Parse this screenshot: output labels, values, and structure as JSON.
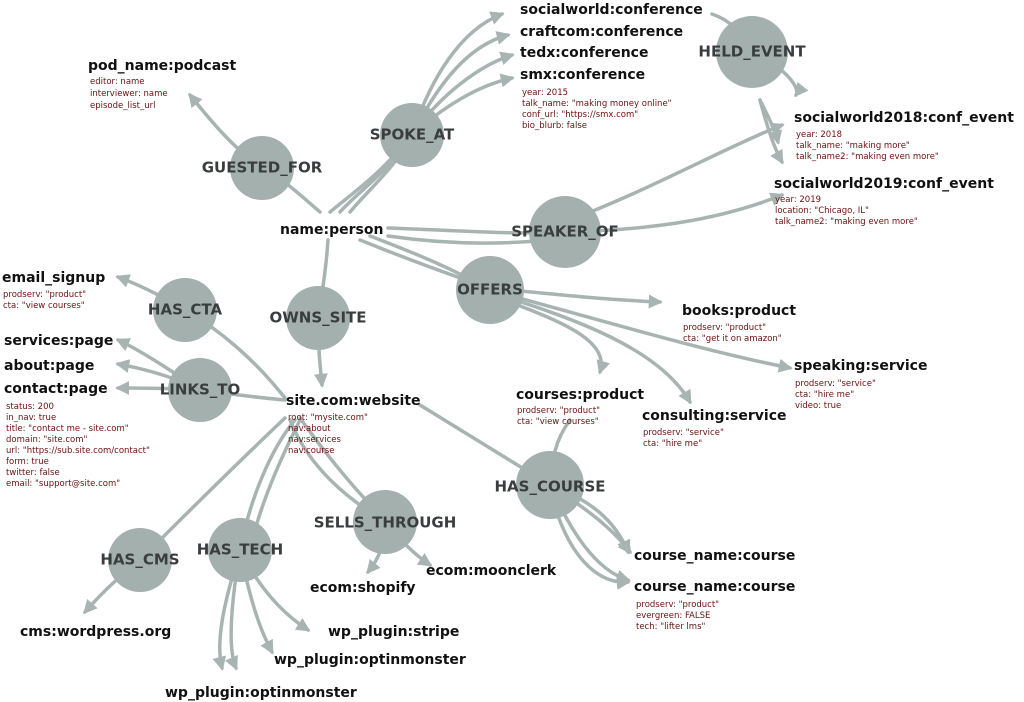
{
  "relations": {
    "spoke_at": "SPOKE_AT",
    "held_event": "HELD_EVENT",
    "guested_for": "GUESTED_FOR",
    "speaker_of": "SPEAKER_OF",
    "has_cta": "HAS_CTA",
    "owns_site": "OWNS_SITE",
    "offers": "OFFERS",
    "links_to": "LINKS_TO",
    "has_course": "HAS_COURSE",
    "has_cms": "HAS_CMS",
    "has_tech": "HAS_TECH",
    "sells_through": "SELLS_THROUGH"
  },
  "nodes": {
    "person": {
      "label": "name:person"
    },
    "podcast": {
      "label": "pod_name:podcast",
      "props": [
        "editor: name",
        "interviewer: name",
        "episode_list_url"
      ]
    },
    "socialworld_conf": {
      "label": "socialworld:conference"
    },
    "craftcom_conf": {
      "label": "craftcom:conference"
    },
    "tedx_conf": {
      "label": "tedx:conference"
    },
    "smx_conf": {
      "label": "smx:conference",
      "props": [
        "year: 2015",
        "talk_name: \"making money online\"",
        "conf_url: \"https://smx.com\"",
        "bio_blurb: false"
      ]
    },
    "sw2018": {
      "label": "socialworld2018:conf_event",
      "props": [
        "year: 2018",
        "talk_name: \"making more\"",
        "talk_name2: \"making even more\""
      ]
    },
    "sw2019": {
      "label": "socialworld2019:conf_event",
      "props": [
        "year: 2019",
        "location: \"Chicago, IL\"",
        "talk_name2: \"making even more\""
      ]
    },
    "email_signup": {
      "label": "email_signup",
      "props": [
        "prodserv: \"product\"",
        "cta: \"view courses\""
      ]
    },
    "services_page": {
      "label": "services:page"
    },
    "about_page": {
      "label": "about:page"
    },
    "contact_page": {
      "label": "contact:page",
      "props": [
        "status: 200",
        "in_nav: true",
        "title: \"contact me - site.com\"",
        "domain: \"site.com\"",
        "url: \"https://sub.site.com/contact\"",
        "form: true",
        "twitter: false",
        "email: \"support@site.com\""
      ]
    },
    "website": {
      "label": "site.com:website",
      "props": [
        "root: \"mysite.com\"",
        "nav:about",
        "nav:services",
        "nav:course"
      ]
    },
    "books": {
      "label": "books:product",
      "props": [
        "prodserv: \"product\"",
        "cta: \"get it on amazon\""
      ]
    },
    "speaking": {
      "label": "speaking:service",
      "props": [
        "prodserv: \"service\"",
        "cta: \"hire me\"",
        "video: true"
      ]
    },
    "courses": {
      "label": "courses:product",
      "props": [
        "prodserv: \"product\"",
        "cta: \"view courses\""
      ]
    },
    "consulting": {
      "label": "consulting:service",
      "props": [
        "prodserv: \"service\"",
        "cta: \"hire me\""
      ]
    },
    "course1": {
      "label": "course_name:course"
    },
    "course2": {
      "label": "course_name:course",
      "props": [
        "prodserv: \"product\"",
        "evergreen: FALSE",
        "tech: \"lifter lms\""
      ]
    },
    "shopify": {
      "label": "ecom:shopify"
    },
    "moonclerk": {
      "label": "ecom:moonclerk"
    },
    "wordpress": {
      "label": "cms:wordpress.org"
    },
    "stripe": {
      "label": "wp_plugin:stripe"
    },
    "optin1": {
      "label": "wp_plugin:optinmonster"
    },
    "optin2": {
      "label": "wp_plugin:optinmonster"
    }
  },
  "colors": {
    "edge": "#a8b4b1",
    "relation": "#a3b0ad",
    "relation_text": "#3a3d3e",
    "prop_text": "#6a1010"
  }
}
